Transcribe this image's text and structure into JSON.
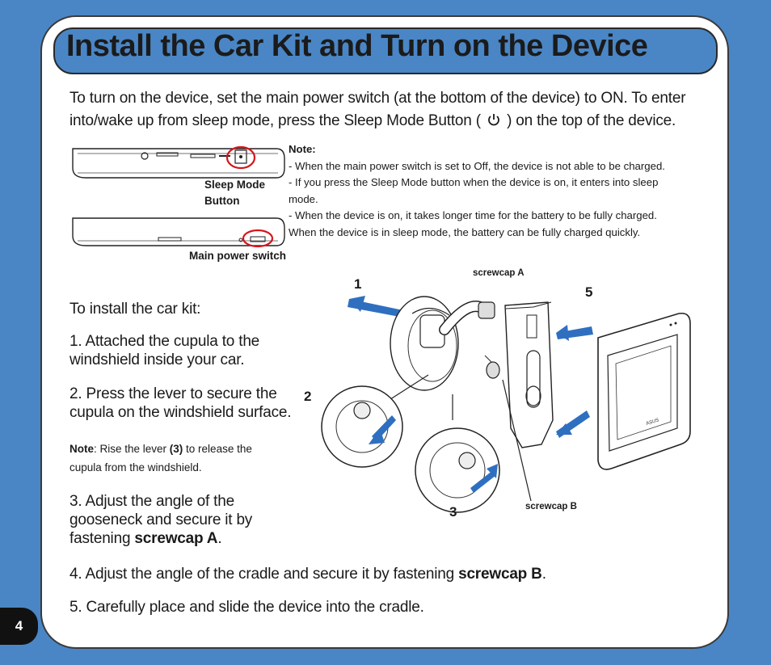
{
  "title": "Install the Car Kit and Turn on the Device",
  "page_number": "4",
  "intro": {
    "part1": "To turn on the device, set the main power switch (at the bottom of the device) to ON. To enter into/wake up from sleep mode, press the Sleep Mode Button (",
    "part2": ") on the top of the device."
  },
  "labels": {
    "sleep_mode_line1": "Sleep Mode",
    "sleep_mode_line2": "Button",
    "main_power_switch": "Main power switch"
  },
  "note": {
    "title": "Note:",
    "lines": [
      "- When the main power switch is set to Off, the device is  not able to be charged.",
      "- If you press the Sleep Mode button when the device is on, it enters into sleep",
      "mode.",
      "- When the device is on, it takes longer time for the battery to be fully charged.",
      "When the device is in sleep mode, the battery can be fully charged quickly."
    ]
  },
  "install": {
    "heading": "To install the car kit:",
    "step1_line1": "1. Attached the cupula to the",
    "step1_line2": "windshield inside your car.",
    "step2_line1": "2. Press the lever to secure the",
    "step2_line2": "cupula on the windshield surface.",
    "note_label": "Note",
    "note_text1": ": Rise the lever ",
    "note_bold": "(3)",
    "note_text2": " to release the",
    "note_text3": "cupula from the windshield.",
    "step3_line1": "3. Adjust the angle of the",
    "step3_line2": "gooseneck and secure it by",
    "step3_line3": "fastening ",
    "step3_bold": "screwcap A",
    "step3_end": ".",
    "step4_text": "4. Adjust the angle of the cradle and secure it by fastening ",
    "step4_bold": "screwcap B",
    "step4_end": ".",
    "step5_text": "5. Carefully place and slide the device into the cradle."
  },
  "figure": {
    "num1": "1",
    "num2": "2",
    "num3": "3",
    "num5": "5",
    "screwcap_a": "screwcap A",
    "screwcap_b": "screwcap B",
    "brand_mark": "ASUS"
  },
  "colors": {
    "background": "#4a86c5",
    "accent_arrow": "#2f6fc0",
    "highlight": "#d6141b"
  }
}
